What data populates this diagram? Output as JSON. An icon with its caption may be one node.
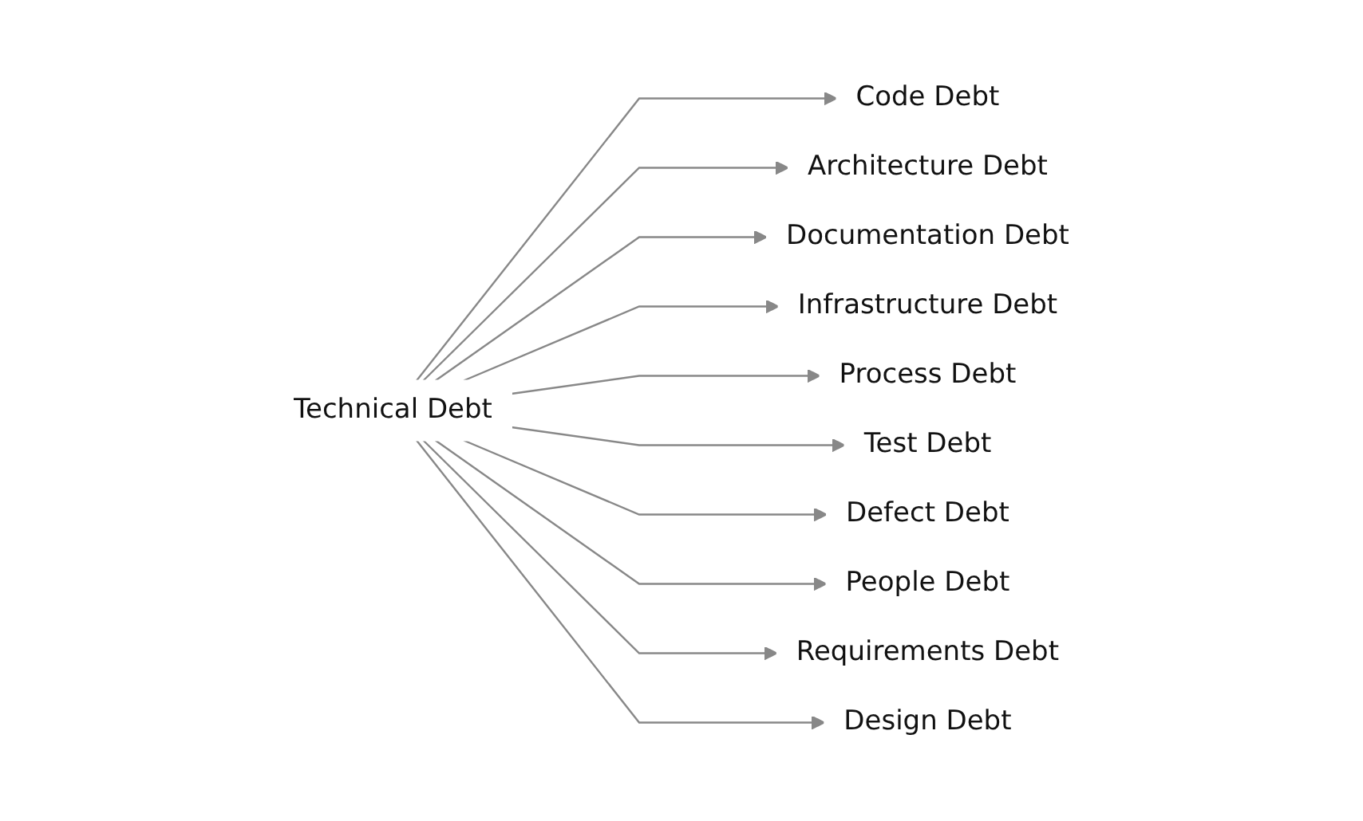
{
  "diagram": {
    "nodes": [
      {
        "text": [
          "Technical Debt"
        ]
      },
      {
        "text": [
          "Code Debt"
        ]
      },
      {
        "text": [
          "Architecture Debt"
        ]
      },
      {
        "text": [
          "Documentation Debt"
        ]
      },
      {
        "text": [
          "Infrastructure Debt"
        ]
      },
      {
        "text": [
          "Process Debt"
        ]
      },
      {
        "text": [
          "Test Debt"
        ]
      },
      {
        "text": [
          "Defect Debt"
        ]
      },
      {
        "text": [
          "People Debt"
        ]
      },
      {
        "text": [
          "Requirements Debt"
        ]
      },
      {
        "text": [
          "Design Debt"
        ]
      }
    ],
    "edges": [
      {
        "from": 0,
        "to": 1,
        "arrow": "to"
      },
      {
        "from": 0,
        "to": 2,
        "arrow": "to"
      },
      {
        "from": 0,
        "to": 3,
        "arrow": "to"
      },
      {
        "from": 0,
        "to": 4,
        "arrow": "to"
      },
      {
        "from": 0,
        "to": 5,
        "arrow": "to"
      },
      {
        "from": 0,
        "to": 6,
        "arrow": "to"
      },
      {
        "from": 0,
        "to": 7,
        "arrow": "to"
      },
      {
        "from": 0,
        "to": 8,
        "arrow": "to"
      },
      {
        "from": 0,
        "to": 9,
        "arrow": "to"
      },
      {
        "from": 0,
        "to": 10,
        "arrow": "to"
      }
    ]
  }
}
